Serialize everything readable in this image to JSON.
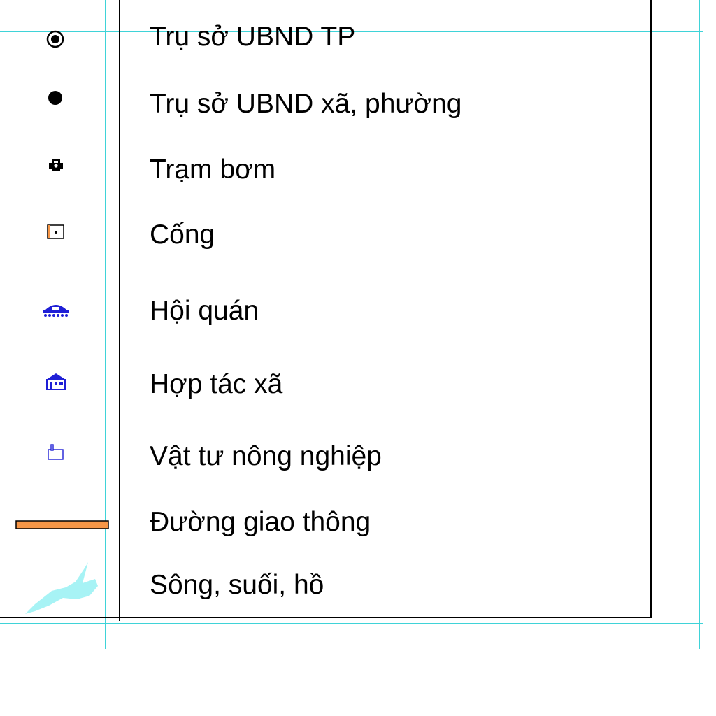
{
  "legend": {
    "items": [
      {
        "label": "Trụ sở UBND TP",
        "icon": "city-office-icon"
      },
      {
        "label": "Trụ sở UBND xã, phường",
        "icon": "commune-office-icon"
      },
      {
        "label": "Trạm bơm",
        "icon": "pump-station-icon"
      },
      {
        "label": "Cống",
        "icon": "sluice-icon"
      },
      {
        "label": "Hội quán",
        "icon": "hall-icon"
      },
      {
        "label": "Hợp tác xã",
        "icon": "cooperative-icon"
      },
      {
        "label": "Vật tư nông nghiệp",
        "icon": "agri-supply-icon"
      },
      {
        "label": "Đường giao thông",
        "icon": "road-line-icon"
      },
      {
        "label": "Sông, suối, hồ",
        "icon": "water-body-icon"
      }
    ]
  },
  "colors": {
    "guide": "#3fd3d8",
    "road": "#f79646",
    "water": "#a7f3f5",
    "icon_blue": "#1f1fd6",
    "ink": "#000000"
  }
}
